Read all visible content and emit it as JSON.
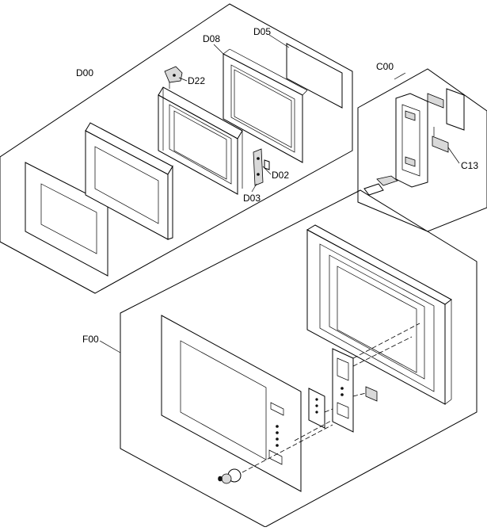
{
  "labels": {
    "d00": "D00",
    "d08": "D08",
    "d05": "D05",
    "d22": "D22",
    "d02": "D02",
    "d03": "D03",
    "c00": "C00",
    "c13": "C13",
    "f00": "F00"
  }
}
